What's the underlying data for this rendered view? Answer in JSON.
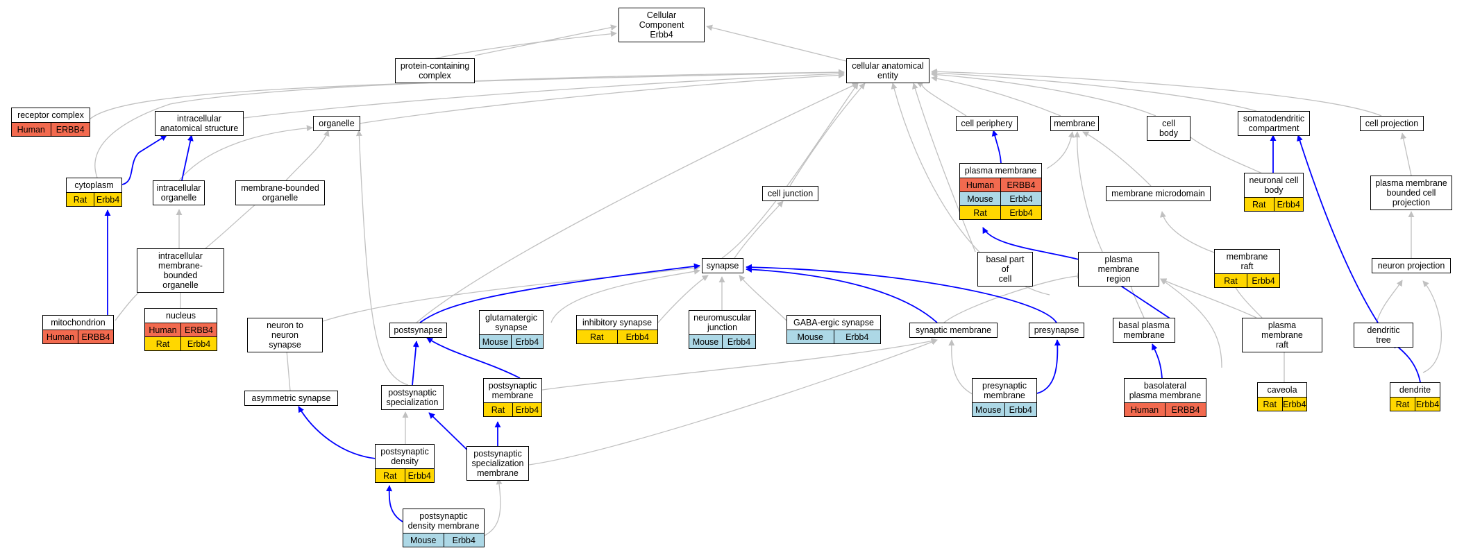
{
  "colors": {
    "human": "#f26a4f",
    "mouse": "#add8e6",
    "rat": "#ffd700",
    "is_a_edge": "#c0c0c0",
    "part_of_edge": "#0000ff"
  },
  "nodes": {
    "root": {
      "label": "Cellular Component\nErbb4"
    },
    "protein_complex": {
      "label": "protein-containing\ncomplex"
    },
    "cae": {
      "label": "cellular anatomical\nentity"
    },
    "receptor_complex": {
      "label": "receptor complex",
      "rows": [
        {
          "species": "Human",
          "gene": "ERBB4"
        }
      ]
    },
    "ias": {
      "label": "intracellular\nanatomical structure"
    },
    "organelle": {
      "label": "organelle"
    },
    "cell_periphery": {
      "label": "cell periphery"
    },
    "membrane": {
      "label": "membrane"
    },
    "cell_body": {
      "label": "cell body"
    },
    "somatodendritic": {
      "label": "somatodendritic\ncompartment"
    },
    "cell_projection": {
      "label": "cell projection"
    },
    "cytoplasm": {
      "label": "cytoplasm",
      "rows": [
        {
          "species": "Rat",
          "gene": "Erbb4"
        }
      ]
    },
    "intracellular_organelle": {
      "label": "intracellular\norganelle"
    },
    "mb_organelle": {
      "label": "membrane-bounded\norganelle"
    },
    "cell_junction": {
      "label": "cell junction"
    },
    "plasma_membrane": {
      "label": "plasma membrane",
      "rows": [
        {
          "species": "Human",
          "gene": "ERBB4"
        },
        {
          "species": "Mouse",
          "gene": "Erbb4"
        },
        {
          "species": "Rat",
          "gene": "Erbb4"
        }
      ]
    },
    "membrane_microdomain": {
      "label": "membrane microdomain"
    },
    "neuronal_cell_body": {
      "label": "neuronal cell\nbody",
      "rows": [
        {
          "species": "Rat",
          "gene": "Erbb4"
        }
      ]
    },
    "pm_bounded_projection": {
      "label": "plasma membrane\nbounded cell\nprojection"
    },
    "imb_organelle": {
      "label": "intracellular\nmembrane-bounded\norganelle"
    },
    "synapse": {
      "label": "synapse"
    },
    "basal_part": {
      "label": "basal part of\ncell"
    },
    "pm_region": {
      "label": "plasma membrane\nregion"
    },
    "membrane_raft": {
      "label": "membrane raft",
      "rows": [
        {
          "species": "Rat",
          "gene": "Erbb4"
        }
      ]
    },
    "neuron_projection": {
      "label": "neuron projection"
    },
    "mitochondrion": {
      "label": "mitochondrion",
      "rows": [
        {
          "species": "Human",
          "gene": "ERBB4"
        }
      ]
    },
    "nucleus": {
      "label": "nucleus",
      "rows": [
        {
          "species": "Human",
          "gene": "ERBB4"
        },
        {
          "species": "Rat",
          "gene": "Erbb4"
        }
      ]
    },
    "n2n_synapse": {
      "label": "neuron to neuron\nsynapse"
    },
    "postsynapse": {
      "label": "postsynapse"
    },
    "glutamatergic": {
      "label": "glutamatergic\nsynapse",
      "rows": [
        {
          "species": "Mouse",
          "gene": "Erbb4"
        }
      ]
    },
    "inhibitory": {
      "label": "inhibitory synapse",
      "rows": [
        {
          "species": "Rat",
          "gene": "Erbb4"
        }
      ]
    },
    "neuromuscular": {
      "label": "neuromuscular\njunction",
      "rows": [
        {
          "species": "Mouse",
          "gene": "Erbb4"
        }
      ]
    },
    "gaba": {
      "label": "GABA-ergic synapse",
      "rows": [
        {
          "species": "Mouse",
          "gene": "Erbb4"
        }
      ]
    },
    "synaptic_membrane": {
      "label": "synaptic membrane"
    },
    "presynapse": {
      "label": "presynapse"
    },
    "basal_pm": {
      "label": "basal plasma\nmembrane"
    },
    "pm_raft": {
      "label": "plasma membrane\nraft"
    },
    "dendritic_tree": {
      "label": "dendritic tree"
    },
    "asymmetric": {
      "label": "asymmetric synapse"
    },
    "ps_specialization": {
      "label": "postsynaptic\nspecialization"
    },
    "ps_membrane": {
      "label": "postsynaptic\nmembrane",
      "rows": [
        {
          "species": "Rat",
          "gene": "Erbb4"
        }
      ]
    },
    "presyn_membrane": {
      "label": "presynaptic\nmembrane",
      "rows": [
        {
          "species": "Mouse",
          "gene": "Erbb4"
        }
      ]
    },
    "basolateral": {
      "label": "basolateral\nplasma membrane",
      "rows": [
        {
          "species": "Human",
          "gene": "ERBB4"
        }
      ]
    },
    "caveola": {
      "label": "caveola",
      "rows": [
        {
          "species": "Rat",
          "gene": "Erbb4"
        }
      ]
    },
    "dendrite": {
      "label": "dendrite",
      "rows": [
        {
          "species": "Rat",
          "gene": "Erbb4"
        }
      ]
    },
    "ps_density": {
      "label": "postsynaptic\ndensity",
      "rows": [
        {
          "species": "Rat",
          "gene": "Erbb4"
        }
      ]
    },
    "ps_spec_membrane": {
      "label": "postsynaptic\nspecialization\nmembrane"
    },
    "psd_membrane": {
      "label": "postsynaptic\ndensity membrane",
      "rows": [
        {
          "species": "Mouse",
          "gene": "Erbb4"
        }
      ]
    }
  }
}
